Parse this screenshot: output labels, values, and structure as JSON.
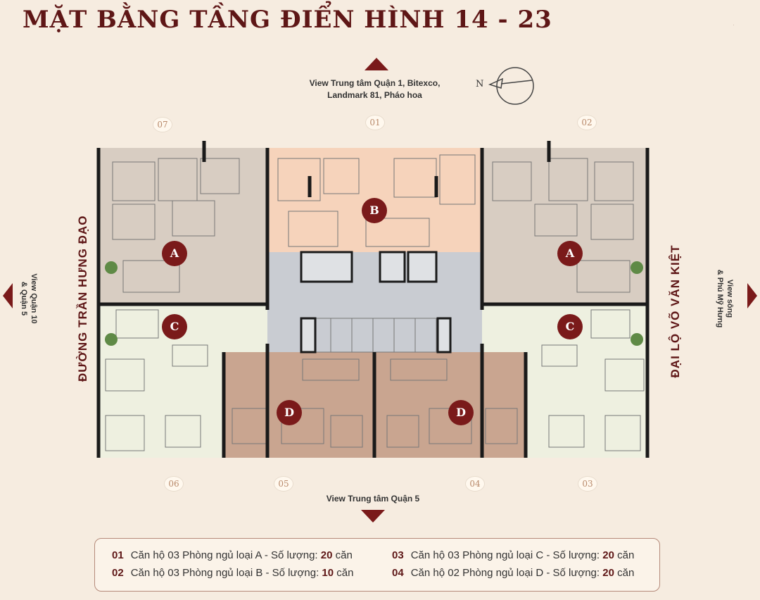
{
  "title": "MẶT BẰNG TẦNG ĐIỂN HÌNH 14 - 23",
  "compass": {
    "label": "N"
  },
  "views": {
    "top": [
      "View Trung tâm Quận 1, Bitexco,",
      "Landmark 81, Pháo hoa"
    ],
    "bottom": "View Trung tâm Quận 5",
    "left": [
      "View Quận 10",
      "& Quận 5"
    ],
    "right": [
      "View sông",
      "& Phú Mỹ Hưng"
    ]
  },
  "streets": {
    "left": "ĐƯỜNG TRẦN HƯNG ĐẠO",
    "right": "ĐẠI LỘ VÕ VĂN KIỆT"
  },
  "unit_numbers": [
    "07",
    "01",
    "02",
    "06",
    "05",
    "04",
    "03"
  ],
  "unit_types": [
    "A",
    "B",
    "A",
    "C",
    "C",
    "D",
    "D"
  ],
  "legend": [
    {
      "num": "01",
      "text": "Căn hộ 03 Phòng ngủ loại A - Số lượng: ",
      "count": "20",
      "unit": " căn"
    },
    {
      "num": "02",
      "text": "Căn hộ 03 Phòng ngủ loại B - Số lượng: ",
      "count": "10",
      "unit": " căn"
    },
    {
      "num": "03",
      "text": "Căn hộ 03 Phòng ngủ loại C - Số lượng: ",
      "count": "20",
      "unit": " căn"
    },
    {
      "num": "04",
      "text": "Căn hộ 02 Phòng ngủ loại D - Số lượng: ",
      "count": "20",
      "unit": " căn"
    }
  ],
  "colors": {
    "brand": "#5e1616",
    "unit_a": "#d8cdc2",
    "unit_b": "#f6d3bb",
    "unit_c": "#eef0e0",
    "unit_d": "#c9a590",
    "core": "#c9ccd2"
  }
}
